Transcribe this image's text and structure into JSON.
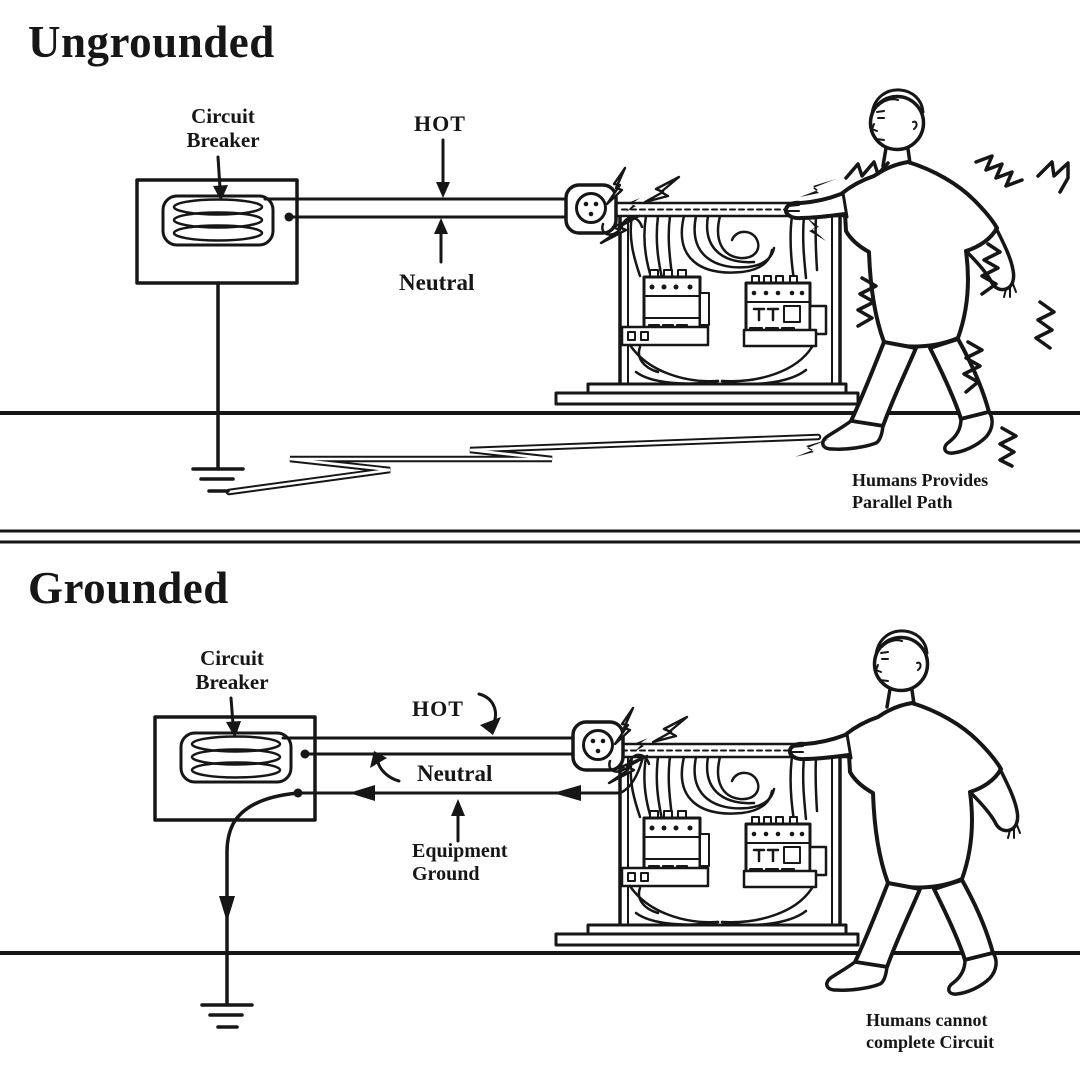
{
  "meta": {
    "background_color": "#ffffff",
    "ink_color": "#161616",
    "description": "Two-panel electrical safety diagram comparing ungrounded and grounded circuits"
  },
  "sections": [
    {
      "title": "Ungrounded",
      "labels": {
        "circuit_breaker": "Circuit\nBreaker",
        "hot": "HOT",
        "neutral": "Neutral"
      },
      "caption": "Humans Provides\nParallel Path"
    },
    {
      "title": "Grounded",
      "labels": {
        "circuit_breaker": "Circuit\nBreaker",
        "hot": "HOT",
        "neutral": "Neutral",
        "equipment_ground": "Equipment\nGround"
      },
      "caption": "Humans cannot\ncomplete Circuit"
    }
  ]
}
